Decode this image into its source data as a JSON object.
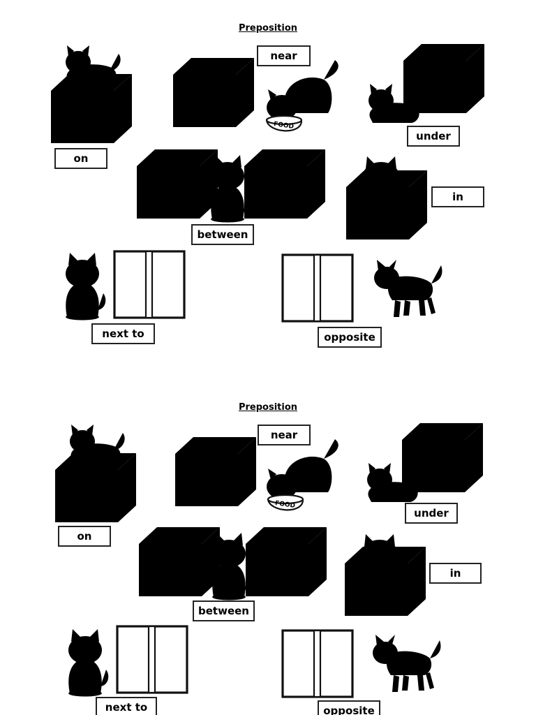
{
  "sheets": [
    {
      "title": "Preposition",
      "labels": {
        "on": "on",
        "near": "near",
        "under": "under",
        "between": "between",
        "in": "in",
        "next_to": "next to",
        "opposite": "opposite"
      },
      "bowl_text": "FOOD"
    },
    {
      "title": "Preposition",
      "labels": {
        "on": "on",
        "near": "near",
        "under": "under",
        "between": "between",
        "in": "in",
        "next_to": "next to",
        "opposite": "opposite"
      },
      "bowl_text": "FOOD"
    }
  ]
}
